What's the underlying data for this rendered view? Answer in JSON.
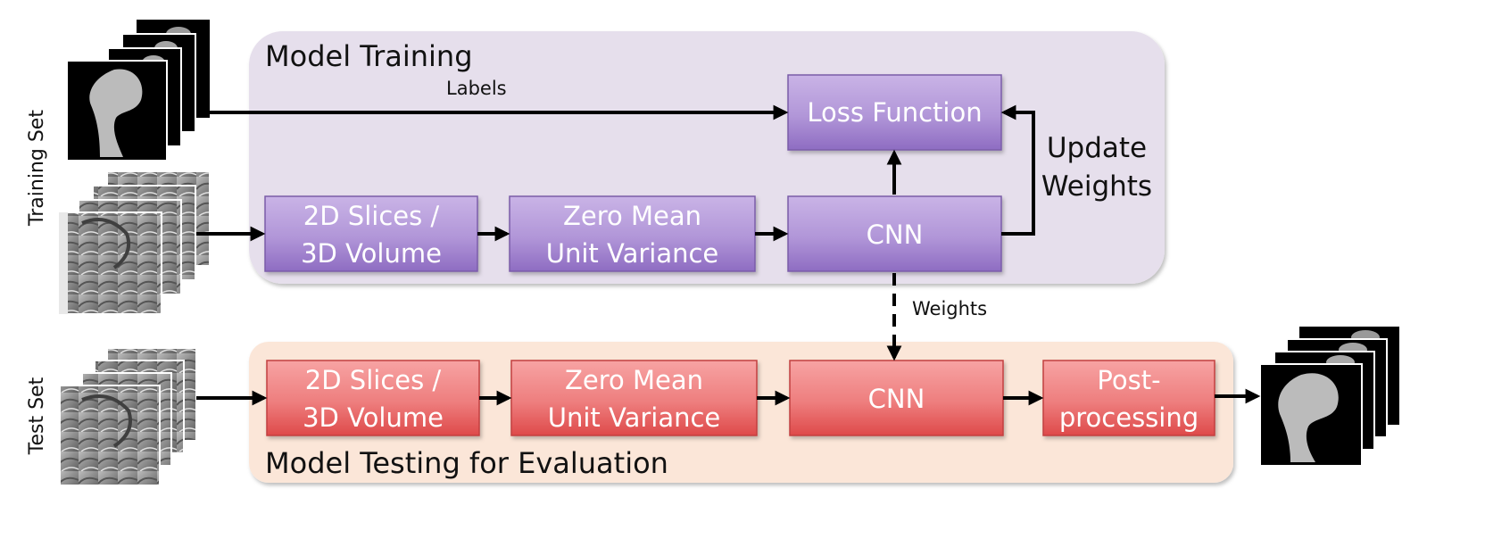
{
  "colors": {
    "training_panel": "#e6dfec",
    "testing_panel": "#fbe6d8",
    "purple_box_top": "#c9b3e6",
    "purple_box_bottom": "#8e6cc2",
    "purple_box_border": "#7a5ca8",
    "red_box_top": "#f7a3a3",
    "red_box_bottom": "#de4a4a",
    "red_box_border": "#c23f3f",
    "arrow": "#000000"
  },
  "side_labels": {
    "training_set": "Training Set",
    "test_set": "Test Set"
  },
  "training": {
    "title": "Model Training",
    "labels_edge": "Labels",
    "loss_function": "Loss Function",
    "slices_line1": "2D Slices /",
    "slices_line2": "3D Volume",
    "norm_line1": "Zero Mean",
    "norm_line2": "Unit Variance",
    "cnn": "CNN",
    "update_line1": "Update",
    "update_line2": "Weights"
  },
  "weights_edge": "Weights",
  "testing": {
    "title": "Model Testing for Evaluation",
    "slices_line1": "2D Slices /",
    "slices_line2": "3D Volume",
    "norm_line1": "Zero Mean",
    "norm_line2": "Unit Variance",
    "cnn": "CNN",
    "post_line1": "Post-",
    "post_line2": "processing"
  },
  "images": {
    "training_labels": "femur-segmentation-mask-stack",
    "training_mri": "hip-mri-slice-stack",
    "test_mri": "hip-mri-slice-stack",
    "output": "femur-segmentation-output-stack"
  }
}
